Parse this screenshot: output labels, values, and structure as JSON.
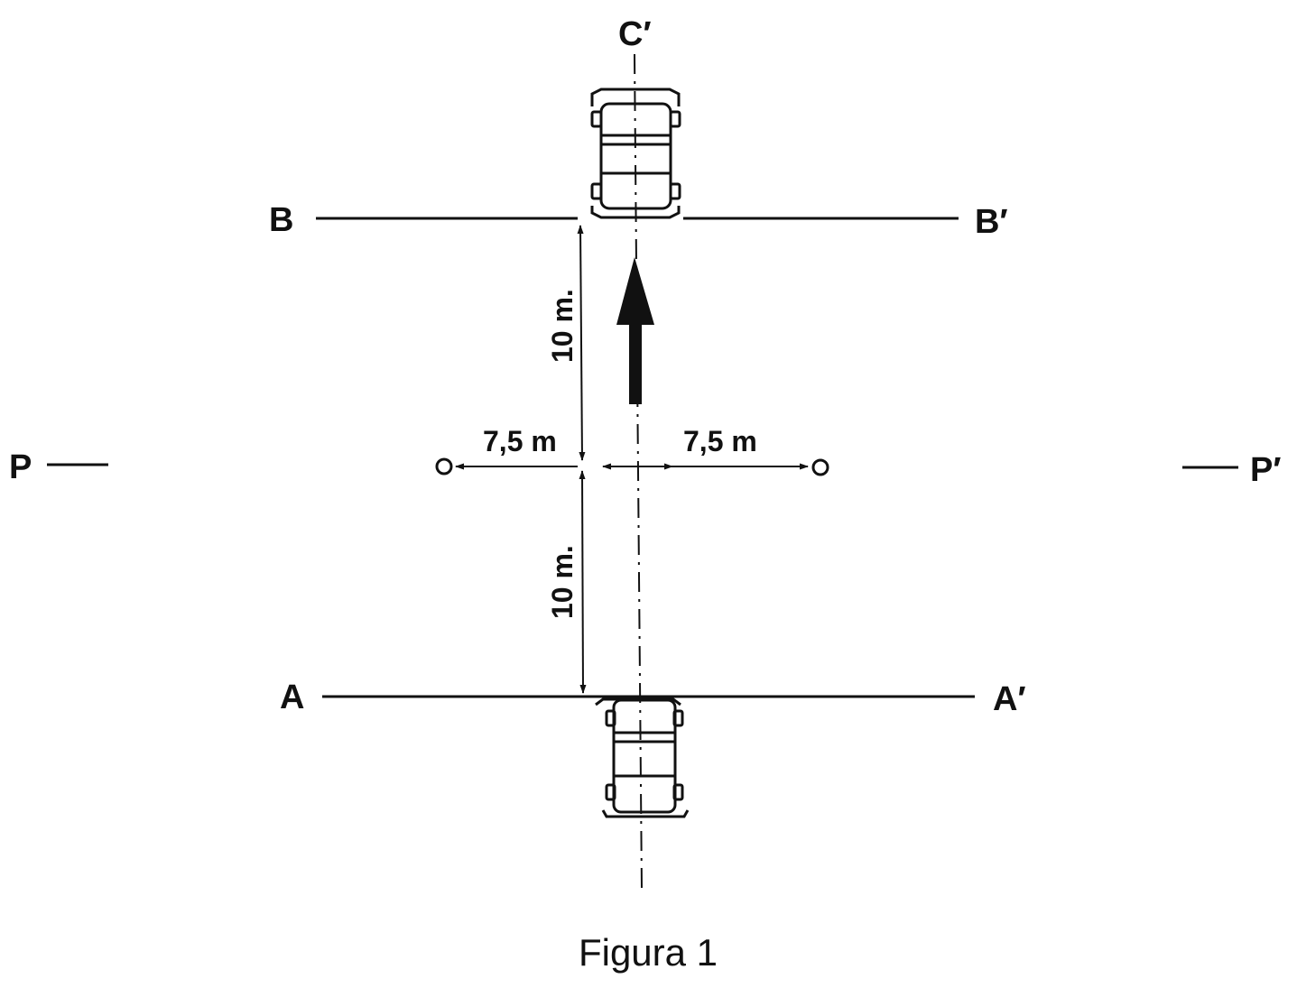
{
  "labels": {
    "c_prime": "C′",
    "b": "B",
    "b_prime": "B′",
    "a": "A",
    "a_prime": "A′",
    "p": "P",
    "p_prime": "P′"
  },
  "dimensions": {
    "upper": "10 m.",
    "lower": "10 m.",
    "left": "7,5 m",
    "right": "7,5 m"
  },
  "caption": "Figura 1"
}
